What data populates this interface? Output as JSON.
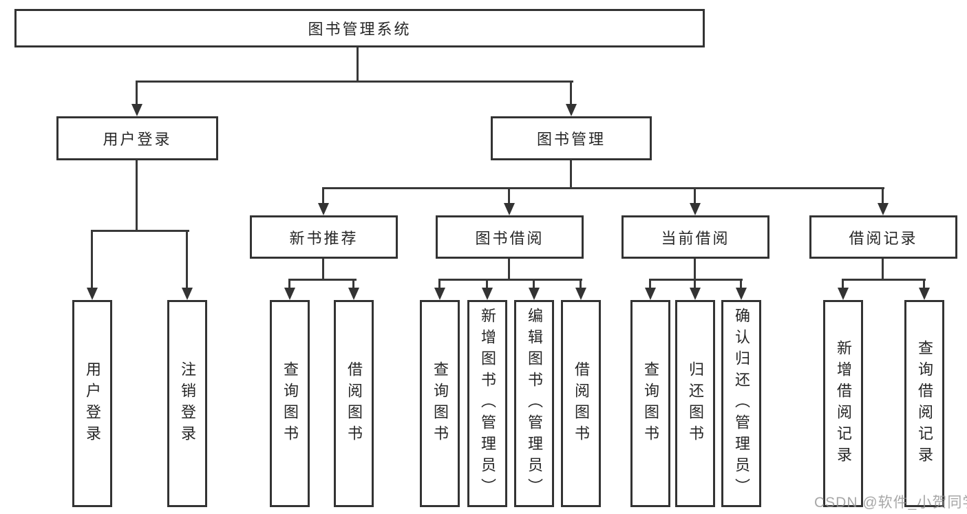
{
  "title": "图书管理系统",
  "tree": {
    "label": "图书管理系统",
    "children": [
      {
        "label": "用户登录",
        "children": [
          {
            "label": "用户登录"
          },
          {
            "label": "注销登录"
          }
        ]
      },
      {
        "label": "图书管理",
        "children": [
          {
            "label": "新书推荐",
            "children": [
              {
                "label": "查询图书"
              },
              {
                "label": "借阅图书"
              }
            ]
          },
          {
            "label": "图书借阅",
            "children": [
              {
                "label": "查询图书"
              },
              {
                "label": "新增图书（管理员）"
              },
              {
                "label": "编辑图书（管理员）"
              },
              {
                "label": "借阅图书"
              }
            ]
          },
          {
            "label": "当前借阅",
            "children": [
              {
                "label": "查询图书"
              },
              {
                "label": "归还图书"
              },
              {
                "label": "确认归还（管理员）"
              }
            ]
          },
          {
            "label": "借阅记录",
            "children": [
              {
                "label": "新增借阅记录"
              },
              {
                "label": "查询借阅记录"
              }
            ]
          }
        ]
      }
    ]
  },
  "watermark": "CSDN @软件_小贺同学",
  "colors": {
    "line": "#383838",
    "box_border": "#333333",
    "text": "#262626",
    "watermark": "#919191",
    "background": "#ffffff"
  }
}
